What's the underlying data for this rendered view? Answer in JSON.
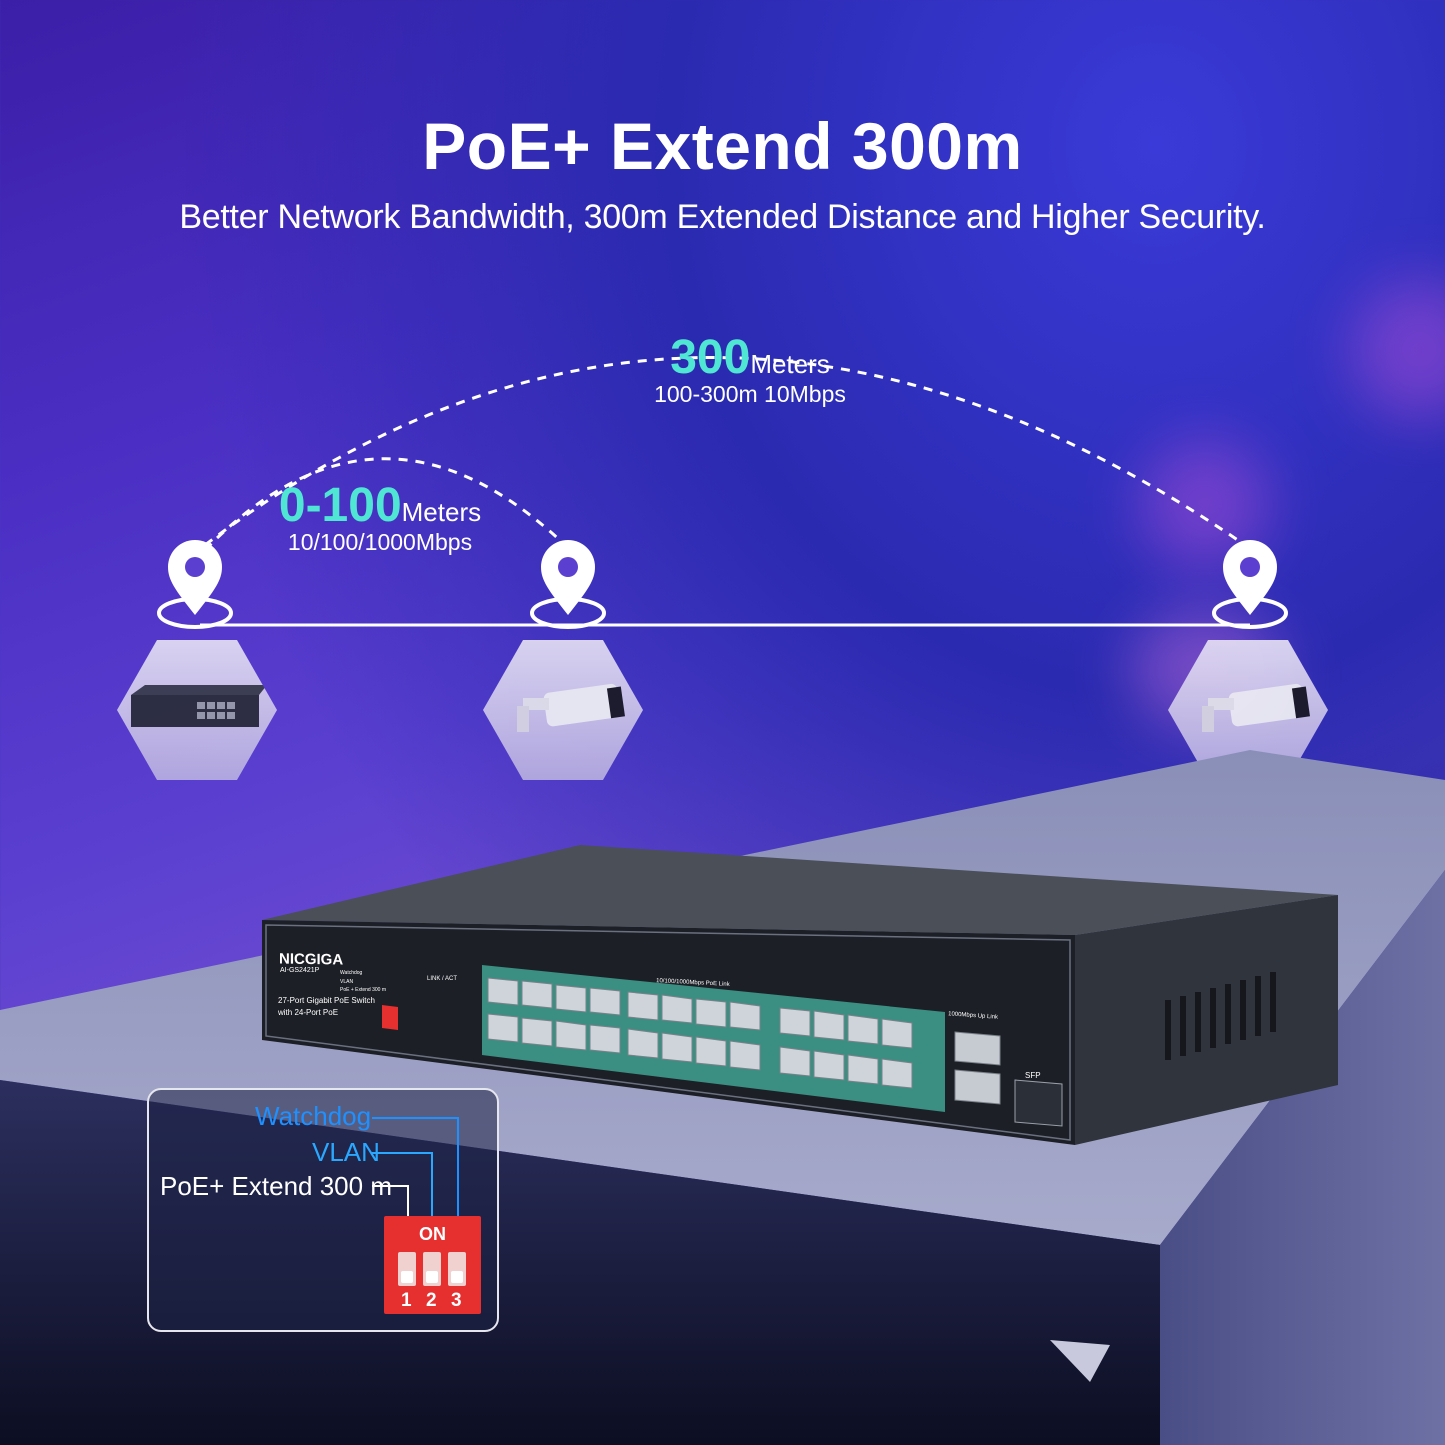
{
  "headline": "PoE+ Extend 300m",
  "subheadline": "Better Network Bandwidth, 300m Extended Distance and Higher Security.",
  "ranges": [
    {
      "value": "300",
      "unit": "Meters",
      "speed": "100-300m 10Mbps"
    },
    {
      "value": "0-100",
      "unit": "Meters",
      "speed": "10/100/1000Mbps"
    }
  ],
  "device": {
    "brand": "NICGIGA",
    "model": "AI-GS2421P",
    "description_line1": "27-Port Gigabit PoE Switch",
    "description_line2": "with 24-Port PoE",
    "switch_labels": [
      "Watchdog",
      "VLAN",
      "PoE + Extend 300 m"
    ],
    "led_header": "LINK / ACT",
    "port_header": "10/100/1000Mbps PoE Link",
    "uplink_header": "1000Mbps Up Link",
    "sfp_label": "SFP"
  },
  "dip_legend": {
    "labels": [
      "Watchdog",
      "VLAN",
      "PoE+ Extend 300 m"
    ],
    "on_text": "ON",
    "numbers": [
      "1",
      "2",
      "3"
    ]
  },
  "colors": {
    "accent_teal": "#4fe6d3",
    "watchdog_blue": "#1e90ff",
    "vlan_blue": "#2aa8ff",
    "dip_red": "#e5302f"
  },
  "icons": [
    "location-pin-icon",
    "poe-switch-icon",
    "bullet-camera-icon"
  ]
}
